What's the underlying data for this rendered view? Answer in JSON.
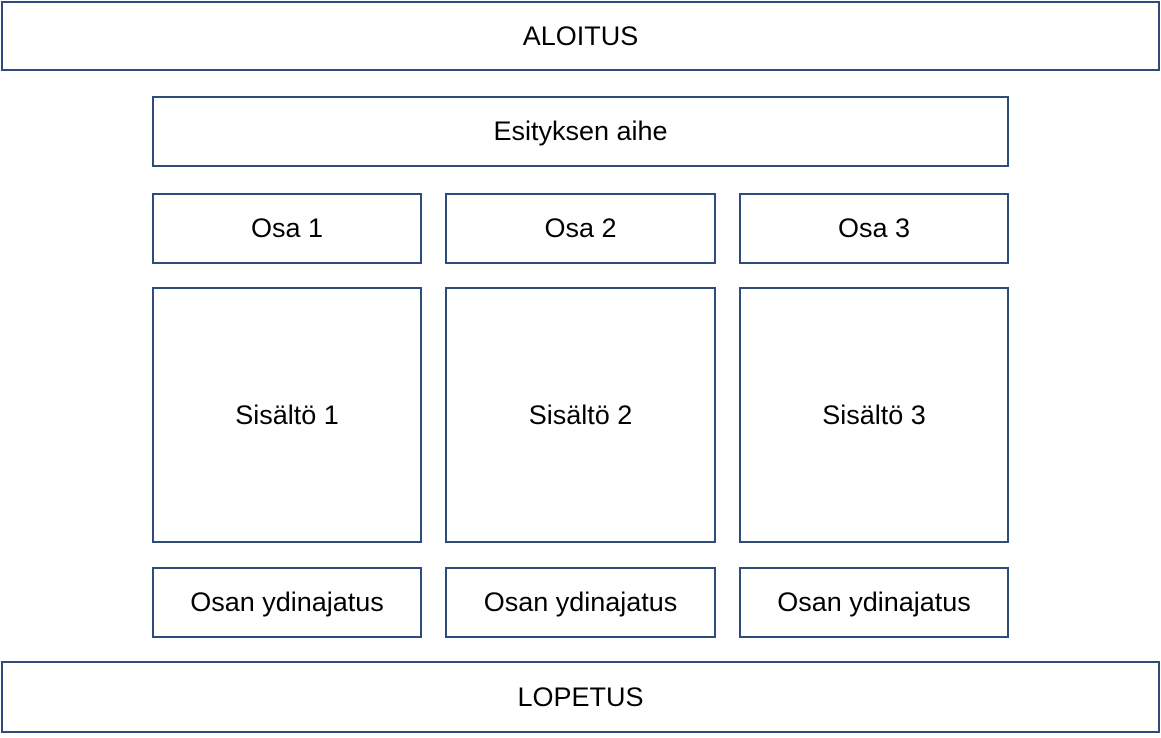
{
  "diagram": {
    "start_label": "ALOITUS",
    "topic_label": "Esityksen aihe",
    "parts": [
      {
        "title": "Osa 1",
        "content": "Sisältö 1",
        "core_idea": "Osan ydinajatus"
      },
      {
        "title": "Osa 2",
        "content": "Sisältö 2",
        "core_idea": "Osan ydinajatus"
      },
      {
        "title": "Osa 3",
        "content": "Sisältö 3",
        "core_idea": "Osan ydinajatus"
      }
    ],
    "end_label": "LOPETUS"
  },
  "colors": {
    "box_border": "#2f4b7c",
    "box_fill": "#ffffff",
    "text": "#000000"
  }
}
